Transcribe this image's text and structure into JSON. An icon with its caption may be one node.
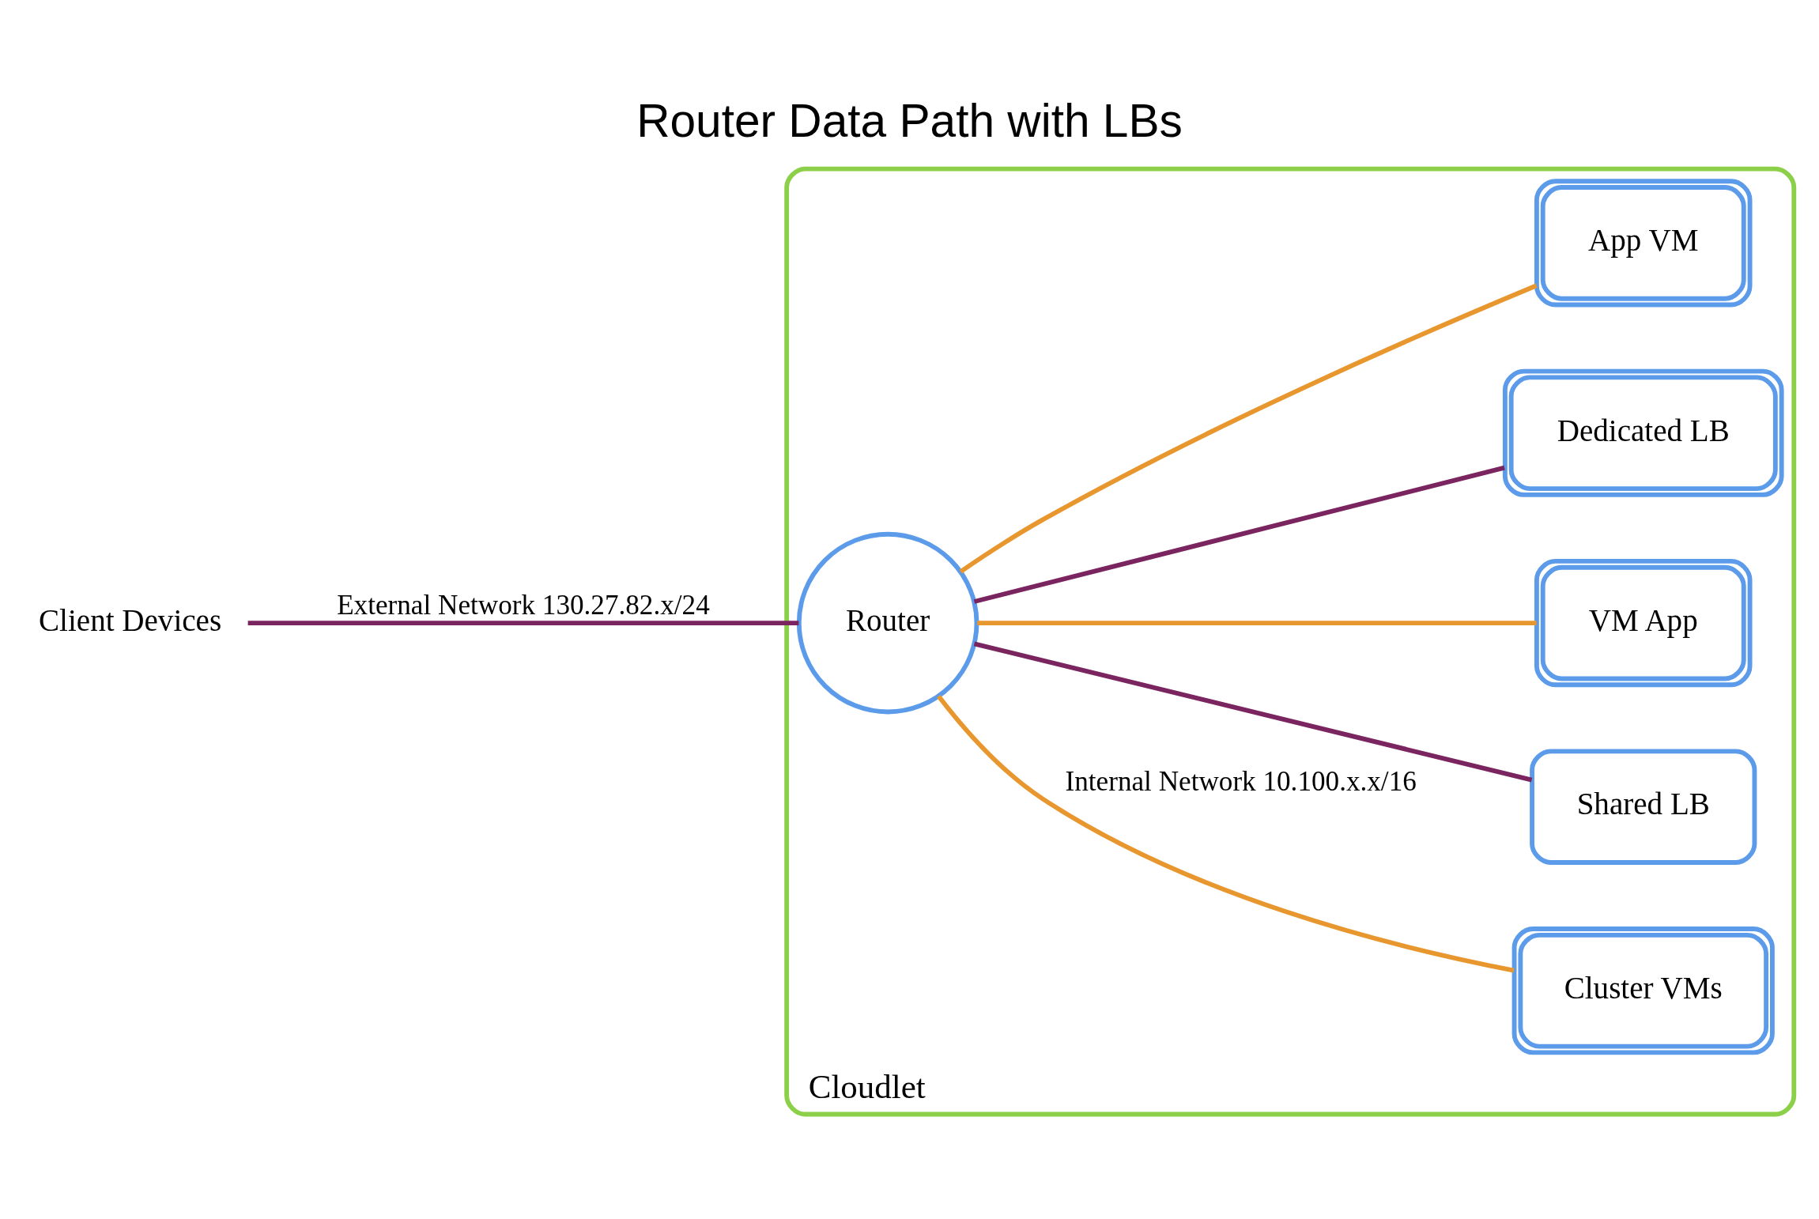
{
  "diagram": {
    "title": "Router Data Path with LBs",
    "nodes": [
      {
        "text": [
          "Cloudlet"
        ]
      },
      {
        "text": [
          "Client Devices"
        ]
      },
      {
        "text": [
          "Router"
        ],
        "in": 0
      },
      {
        "text": [
          "Cluster VMs"
        ],
        "in": 0
      },
      {
        "text": [
          "Shared LB"
        ],
        "in": 0
      },
      {
        "text": [
          "VM App"
        ],
        "in": 0
      },
      {
        "text": [
          "Dedicated LB"
        ],
        "in": 0
      },
      {
        "text": [
          "App VM"
        ],
        "in": 0
      }
    ],
    "edges": [
      {
        "from": 1,
        "to": 2,
        "arrow": "none",
        "label": "External Network 130.27.82.x/24",
        "color": "#7b2560"
      },
      {
        "from": 2,
        "to": 3,
        "arrow": "none",
        "label": "Internal Network 10.100.x.x/16",
        "color": "#e8962e"
      },
      {
        "from": 2,
        "to": 4,
        "arrow": "none",
        "color": "#7b2560"
      },
      {
        "from": 2,
        "to": 5,
        "arrow": "none",
        "color": "#e8962e"
      },
      {
        "from": 2,
        "to": 6,
        "arrow": "none",
        "color": "#7b2560"
      },
      {
        "from": 2,
        "to": 7,
        "arrow": "none",
        "color": "#e8962e"
      }
    ]
  }
}
